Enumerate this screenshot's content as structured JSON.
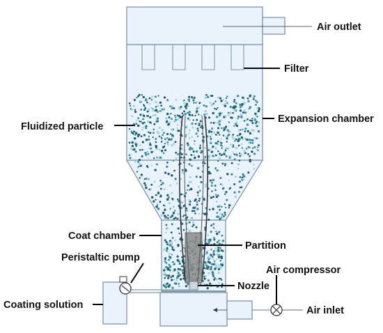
{
  "labels": {
    "air_outlet": "Air outlet",
    "filter": "Filter",
    "expansion_chamber": "Expansion chamber",
    "fluidized_particle": "Fluidized particle",
    "coat_chamber": "Coat chamber",
    "partition": "Partition",
    "peristaltic_pump": "Peristaltic pump",
    "air_compressor": "Air compressor",
    "nozzle": "Nozzle",
    "coating_solution": "Coating solution",
    "air_inlet": "Air inlet"
  },
  "colors": {
    "vessel_fill": "#eaf3fb",
    "vessel_stroke": "#7f95ab",
    "particle_dark": "#1f5f73",
    "particle_mid": "#3d8fa3",
    "particle_light": "#9fd3e0",
    "partition": "#8a8a8a"
  }
}
